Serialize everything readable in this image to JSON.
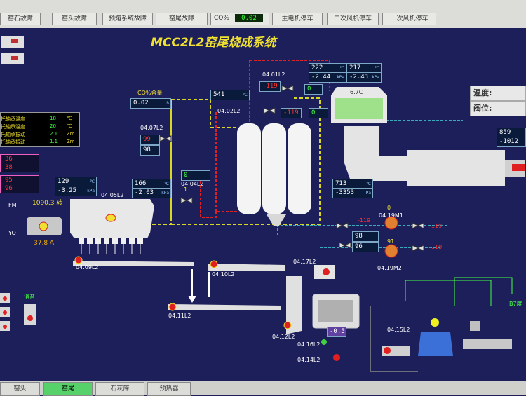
{
  "top_tabs": [
    "窑石故障",
    "窑头故障",
    "预熔系统故障",
    "窑尾故障",
    "主电机停车",
    "二次风机停车",
    "一次风机停车"
  ],
  "co_tab": {
    "label": "CO%",
    "value": "0.02"
  },
  "title": "MCC2L2窑尾烧成系统",
  "co_content": {
    "label": "CO%含量",
    "value": "0.02",
    "unit": "%"
  },
  "status_panel": [
    {
      "label": "托轴承温度",
      "value": "18",
      "unit": "℃"
    },
    {
      "label": "托轴承温度",
      "value": "20",
      "unit": "℃"
    },
    {
      "label": "托轴承振动",
      "value": "2.1",
      "unit": "Zm"
    },
    {
      "label": "托轴承振动",
      "value": "1.1",
      "unit": "Zm"
    }
  ],
  "left_boxes": [
    "36",
    "38",
    "95",
    "96"
  ],
  "fan": {
    "label": "FM",
    "mode": "YO",
    "value": "1090.3",
    "unit": "转",
    "current": "37.8",
    "current_unit": "A"
  },
  "tags": {
    "t0401": "04.01L2",
    "t0402": "04.02L2",
    "t0407": "04.07L2",
    "t0404": "04.04L2",
    "t0405": "04.05L2",
    "t0409": "04.09L2",
    "t0410": "04.10L2",
    "t0411": "04.11L2",
    "t0412": "04.12L2",
    "t0417": "04.17L2",
    "t0416": "04.16L2",
    "t0414": "04.14L2",
    "t0415": "04.15L2",
    "t0419m1": "04.19M1",
    "t0419m2": "04.19M2"
  },
  "readings": {
    "r541": "541",
    "r119a": "-119",
    "r0a": "0",
    "r222": "222",
    "r244": "-2.44",
    "r217": "217",
    "r243": "-2.43",
    "r99": "99",
    "r98": "98",
    "r119b": "-119",
    "r0b": "0",
    "r0c": "0",
    "r1": "1",
    "r129": "129",
    "r325": "-3.25",
    "r166": "166",
    "r203": "-2.03",
    "r713": "713",
    "r3353": "-3353",
    "r0d": "0",
    "r119c": "-119",
    "r119d": "-119",
    "r98b": "98",
    "r91": "91",
    "r119e": "-119",
    "r96": "96",
    "r859": "859",
    "r1012": "-1012",
    "r05": "-0.5",
    "cyclone": "6.7C"
  },
  "units": {
    "c": "℃",
    "kpa": "kPa",
    "pa": "Pa"
  },
  "right_panel": {
    "temp": "温度:",
    "pos": "阀位:"
  },
  "alarm_label": "消音",
  "right_tag": "B7度",
  "bottom_tabs": [
    "窑头",
    "窑尾",
    "石灰库",
    "预热器"
  ],
  "colors": {
    "bg": "#1d1f5a",
    "yellow_duct": "#d8d820",
    "red_duct": "#e02020",
    "cyan_line": "#40d8e0",
    "tank": "#f0f0f0"
  }
}
